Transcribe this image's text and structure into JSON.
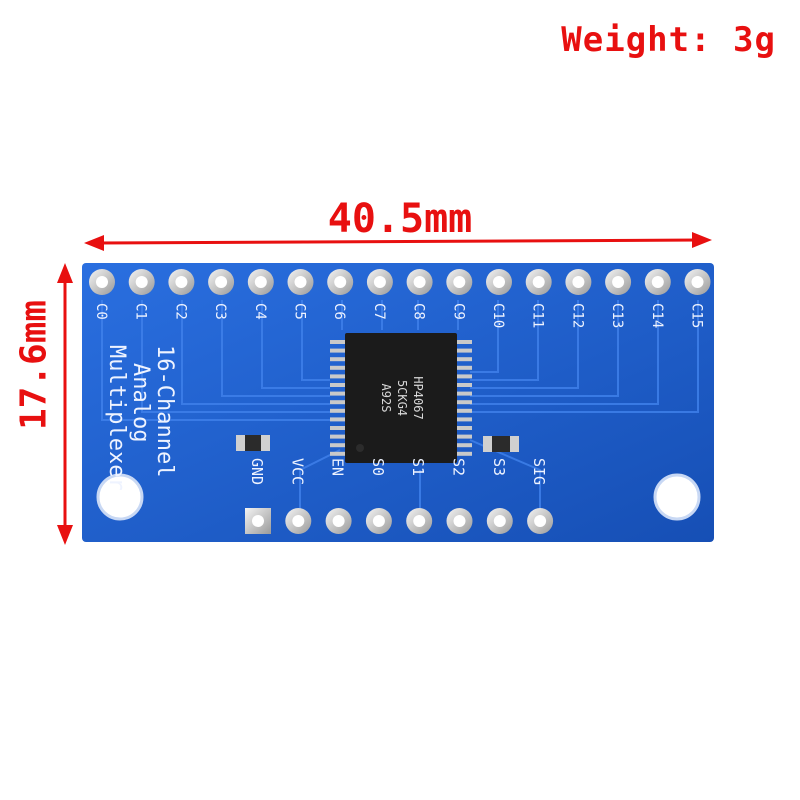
{
  "weight_label": "Weight: 3g",
  "width_label": "40.5mm",
  "height_label": "17.6mm",
  "board_text": {
    "line1": "16-Channel",
    "line2": "Analog",
    "line3": "Multiplexer"
  },
  "chip_text": {
    "line1": "HP4067",
    "line2": "5CKG4",
    "line3": "A92S"
  },
  "top_pins": [
    "C0",
    "C1",
    "C2",
    "C3",
    "C4",
    "C5",
    "C6",
    "C7",
    "C8",
    "C9",
    "C10",
    "C11",
    "C12",
    "C13",
    "C14",
    "C15"
  ],
  "bottom_pins": [
    "GND",
    "VCC",
    "EN",
    "S0",
    "S1",
    "S2",
    "S3",
    "SIG"
  ],
  "colors": {
    "annotation": "#e81010",
    "board": "#1d5fcf",
    "silkscreen": "#eef3ff",
    "chip": "#1b1b1b"
  }
}
